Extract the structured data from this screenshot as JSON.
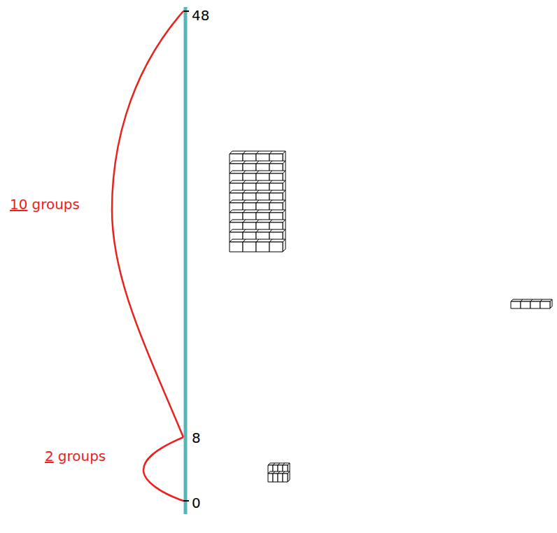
{
  "diagram": {
    "labels": [
      "48",
      "8",
      "0",
      "10",
      "groups",
      "2",
      "groups"
    ]
  }
}
